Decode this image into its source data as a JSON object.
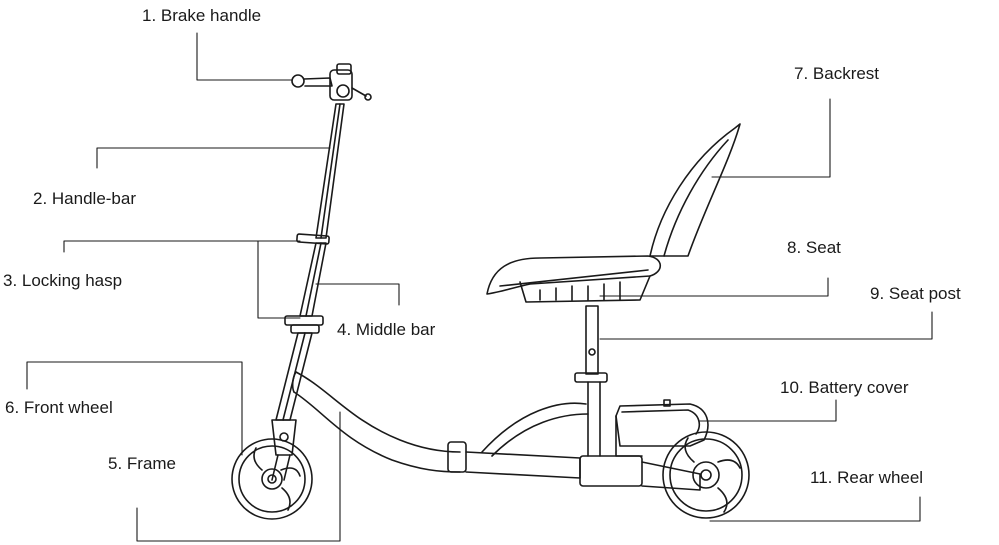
{
  "labels": [
    {
      "id": "brake-handle",
      "text": "1. Brake handle"
    },
    {
      "id": "handle-bar",
      "text": "2. Handle-bar"
    },
    {
      "id": "locking-hasp",
      "text": "3. Locking hasp"
    },
    {
      "id": "middle-bar",
      "text": "4. Middle bar"
    },
    {
      "id": "frame",
      "text": "5. Frame"
    },
    {
      "id": "front-wheel",
      "text": "6. Front wheel"
    },
    {
      "id": "backrest",
      "text": "7. Backrest"
    },
    {
      "id": "seat",
      "text": "8. Seat"
    },
    {
      "id": "seat-post",
      "text": "9. Seat post"
    },
    {
      "id": "battery-cover",
      "text": "10. Battery cover"
    },
    {
      "id": "rear-wheel",
      "text": "11. Rear wheel"
    }
  ]
}
